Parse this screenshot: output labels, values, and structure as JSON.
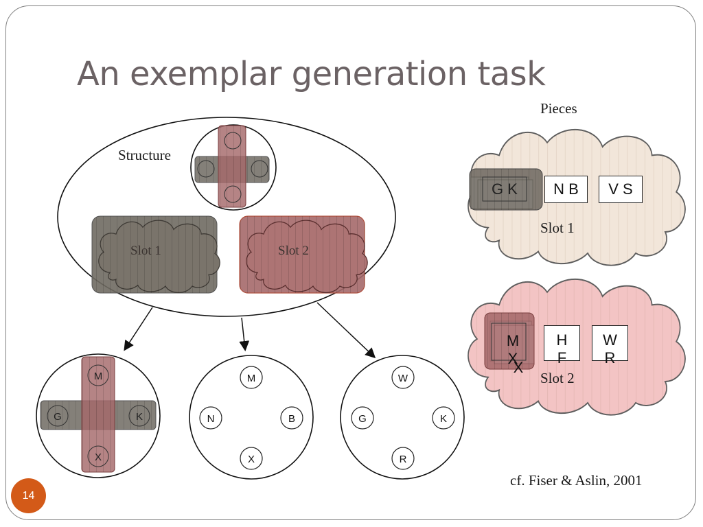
{
  "slide": {
    "title": "An exemplar generation task",
    "page_number": "14",
    "citation": "cf. Fiser & Aslin, 2001"
  },
  "labels": {
    "pieces": "Pieces",
    "structure": "Structure",
    "slot1": "Slot 1",
    "slot2": "Slot 2"
  },
  "pieces_panel": {
    "slot1_pieces": [
      "G K",
      "N B",
      "V S"
    ],
    "slot2_pieces": [
      {
        "top": "M",
        "bottom": "X"
      },
      {
        "top": "H",
        "bottom": "F"
      },
      {
        "top": "W",
        "bottom": "R"
      }
    ]
  },
  "exemplars": [
    {
      "top": "M",
      "left": "G",
      "right": "K",
      "bottom": "X"
    },
    {
      "top": "M",
      "left": "N",
      "right": "B",
      "bottom": "X"
    },
    {
      "top": "W",
      "left": "G",
      "right": "K",
      "bottom": "R"
    }
  ],
  "colors": {
    "slot1_fill": "#6f6a62",
    "slot2_fill": "#a5696a",
    "cloud_slot1": "#f2e6da",
    "cloud_slot2": "#f3c4c4",
    "title_text": "#6b6264",
    "badge": "#d35a18"
  }
}
